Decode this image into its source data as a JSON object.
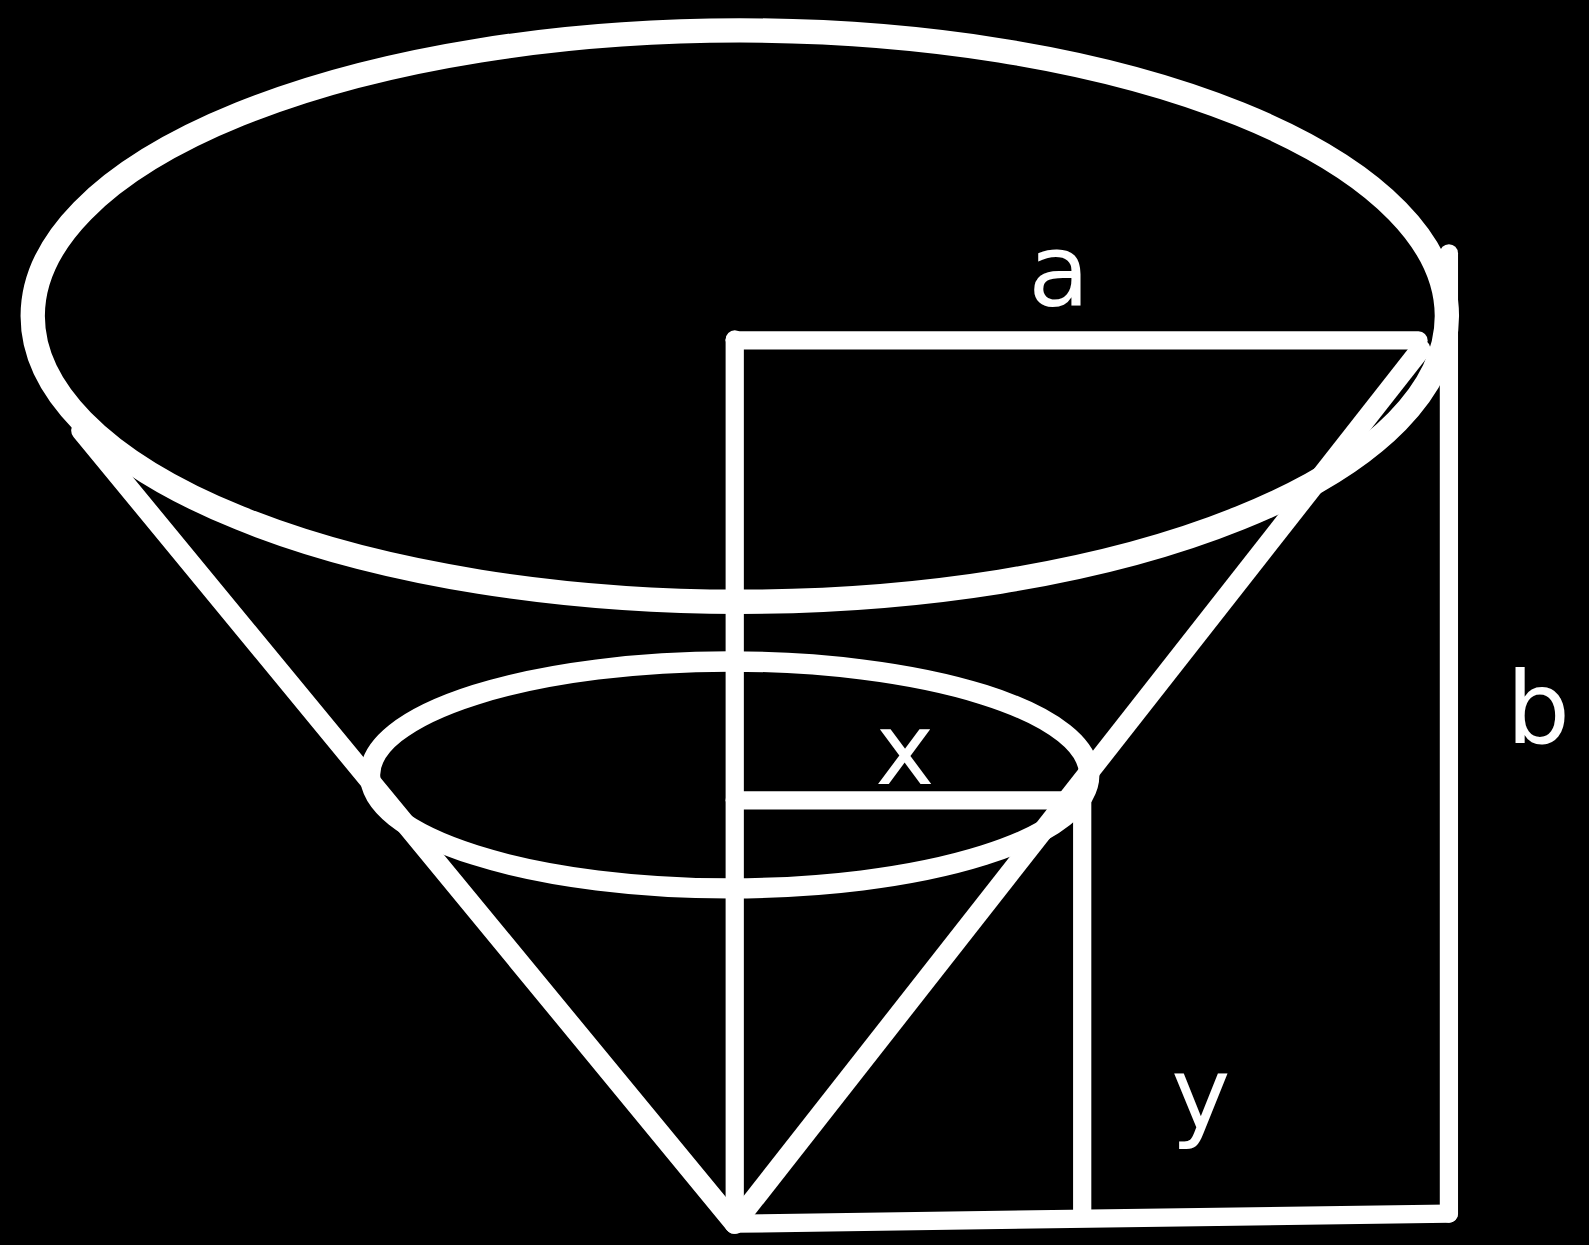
{
  "diagram": {
    "labels": [
      "a",
      "b",
      "x",
      "y"
    ]
  }
}
